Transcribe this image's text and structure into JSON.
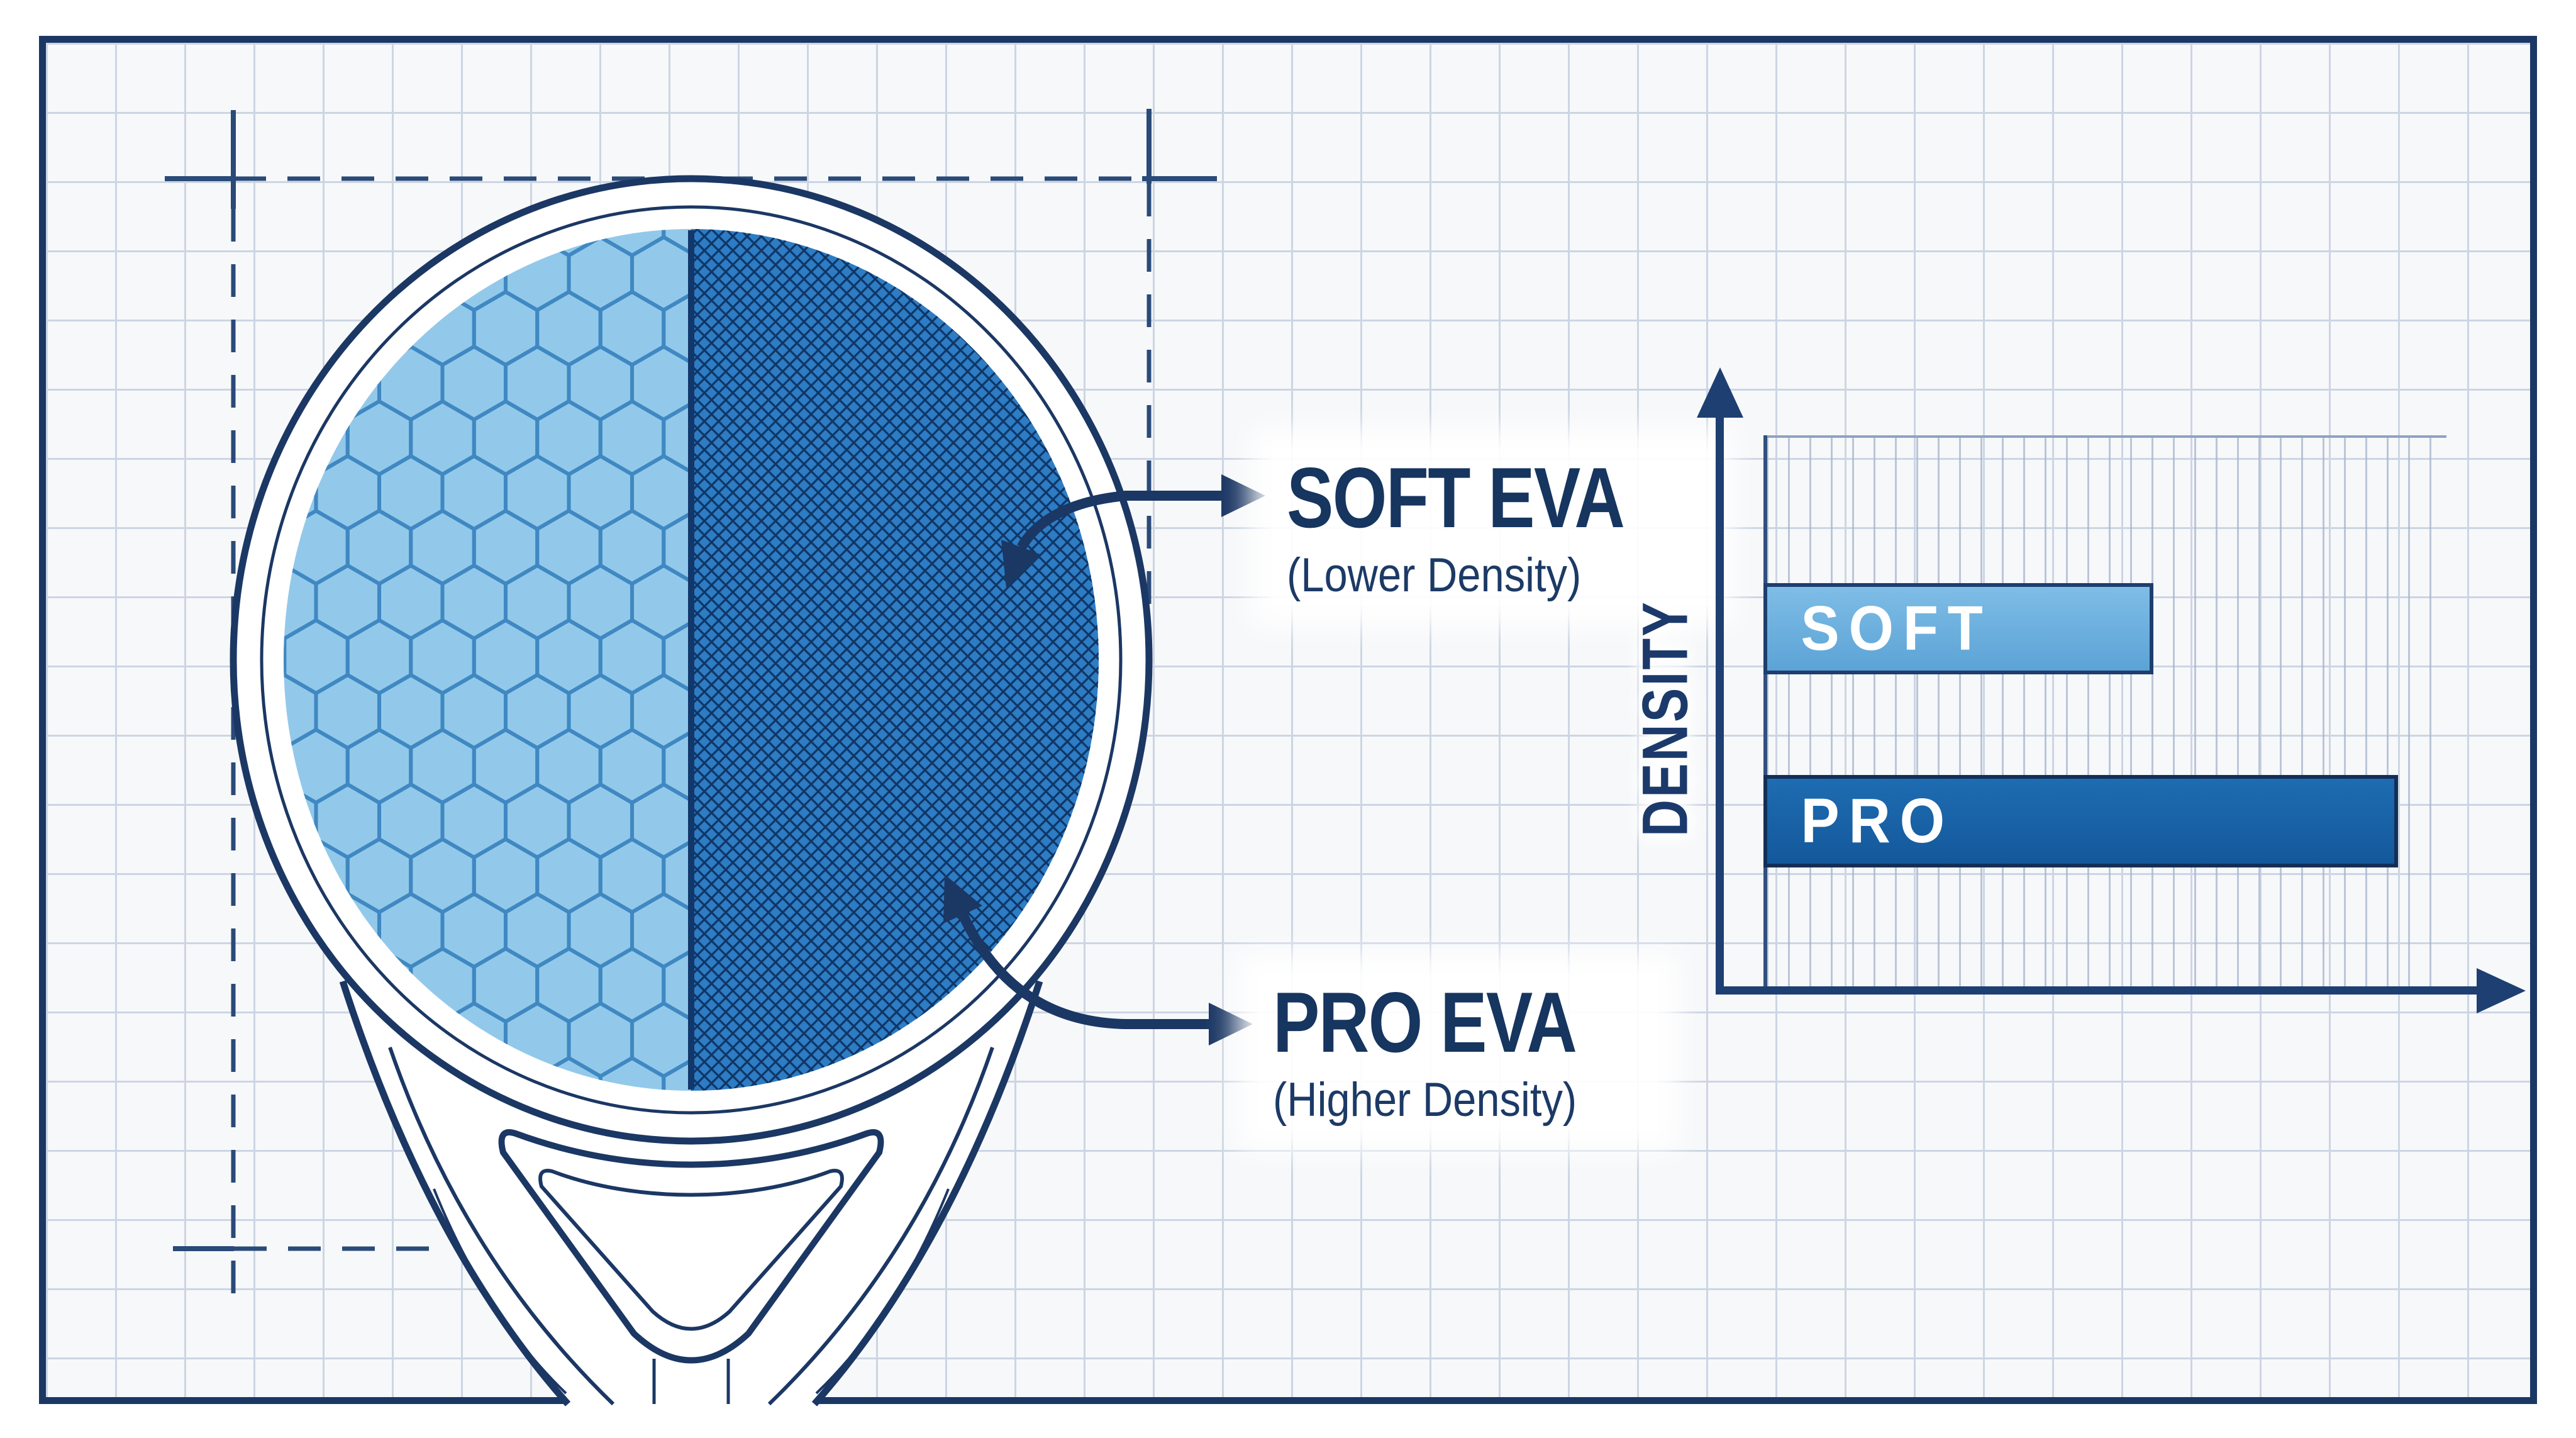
{
  "annotations": {
    "soft": {
      "title": "SOFT EVA",
      "subtitle": "(Lower Density)"
    },
    "pro": {
      "title": "PRO EVA",
      "subtitle": "(Higher Density)"
    }
  },
  "racket": {
    "soft_half": {
      "label": "soft-eva-left-half",
      "pattern": "hexagonal honeycomb",
      "fill": "#92c9ea",
      "pattern_color": "#4088c2"
    },
    "pro_half": {
      "label": "pro-eva-right-half",
      "pattern": "diagonal diamond mesh",
      "fill": "#2d7cc4",
      "pattern_color": "#0f3666"
    }
  },
  "chart_data": {
    "type": "bar",
    "orientation": "horizontal",
    "categories": [
      "SOFT",
      "PRO"
    ],
    "values": [
      51,
      83
    ],
    "xlim": [
      0,
      100
    ],
    "title": "",
    "xlabel": "",
    "ylabel": "DENSITY",
    "legend": "none",
    "grid": "fine vertical ruling inside plot area",
    "bar_colors": [
      "#70b2e0",
      "#1a64aa"
    ]
  },
  "style": {
    "navy": "#1b3764",
    "dash_color": "#2a4a78",
    "axis_color": "#1e3f72",
    "paper": "#f7f8fa",
    "grid_color": "#ccd5e3"
  }
}
